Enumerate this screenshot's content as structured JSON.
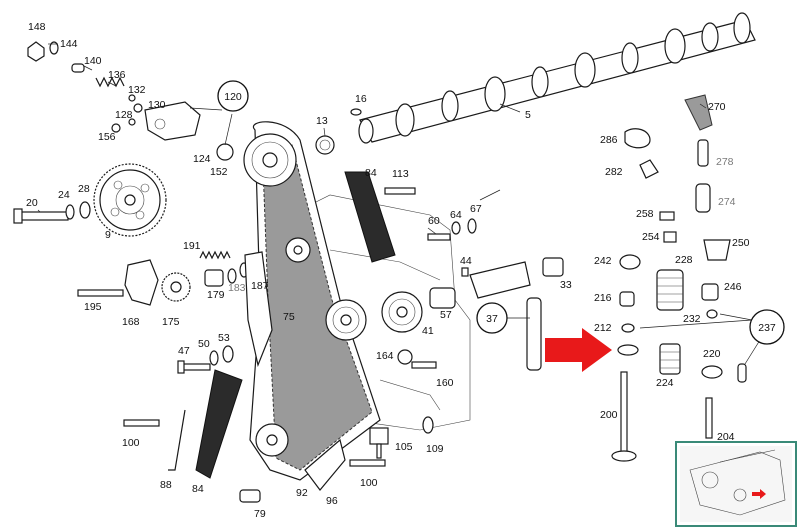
{
  "labels": {
    "l148": "148",
    "l144": "144",
    "l140": "140",
    "l136": "136",
    "l132": "132",
    "l130": "130",
    "l128": "128",
    "l156": "156",
    "l124": "124",
    "l152": "152",
    "l16": "16",
    "l13": "13",
    "l5": "5",
    "l270": "270",
    "l286": "286",
    "l282": "282",
    "l278": "278",
    "l274": "274",
    "l20": "20",
    "l24": "24",
    "l28": "28",
    "l9": "9",
    "l84a": "84",
    "l113": "113",
    "l60": "60",
    "l64": "64",
    "l67": "67",
    "l258": "258",
    "l254": "254",
    "l250": "250",
    "l191": "191",
    "l242": "242",
    "l228": "228",
    "l44": "44",
    "l33": "33",
    "l246": "246",
    "l195": "195",
    "l179": "179",
    "l183": "183",
    "l187": "187",
    "l168": "168",
    "l175": "175",
    "l75": "75",
    "l57": "57",
    "l41": "41",
    "l216": "216",
    "l212": "212",
    "l232": "232",
    "l47": "47",
    "l50": "50",
    "l53": "53",
    "l164": "164",
    "l160": "160",
    "l220": "220",
    "l224": "224",
    "l200": "200",
    "l204": "204",
    "l100a": "100",
    "l88": "88",
    "l84b": "84",
    "l105": "105",
    "l109": "109",
    "l92": "92",
    "l96": "96",
    "l100b": "100",
    "l79": "79"
  },
  "callouts": {
    "c120": "120",
    "c37": "37",
    "c237": "237"
  },
  "highlight_arrow_color": "#e8191a",
  "inset_border_color": "#3a8a78"
}
